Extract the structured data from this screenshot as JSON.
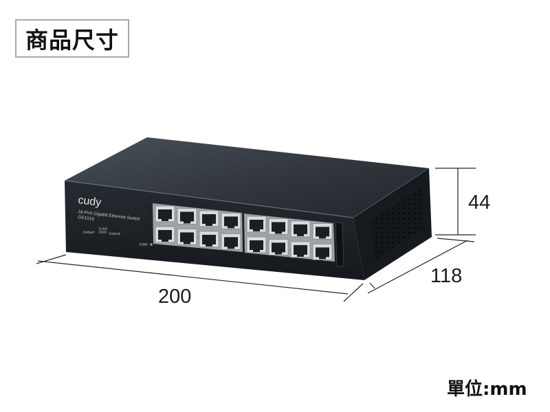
{
  "title": "商品尺寸",
  "product": {
    "brand": "cudy",
    "description": "16-Port Gigabit Ethernet Switch",
    "model": "GS1016",
    "switch_top_label": "VLAN",
    "switch_left_label": "Default",
    "switch_right_label": "Extend",
    "power_label": "PWR",
    "port_count": 16
  },
  "dimensions": {
    "height": "44",
    "depth": "118",
    "width": "200"
  },
  "unit_label": "單位:mm",
  "colors": {
    "front_panel": "#1e2329",
    "top_panel": "#3a4048",
    "side_panel": "#15181c",
    "port_frame": "#c9ccd0",
    "dimension_line": "#222222"
  }
}
